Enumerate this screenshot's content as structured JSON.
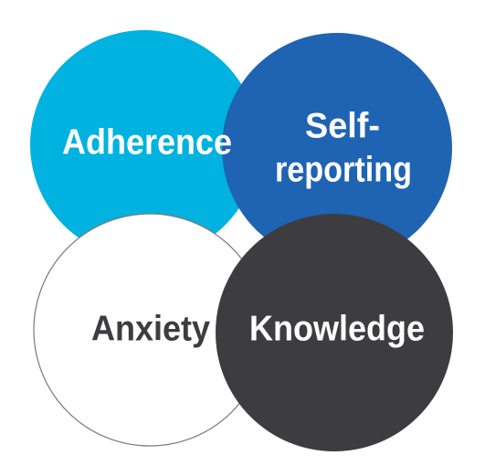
{
  "circles": [
    {
      "id": "adherence",
      "label_lines": [
        "Adherence"
      ],
      "fill": "#00b2df",
      "text_color": "#ffffff"
    },
    {
      "id": "self-reporting",
      "label_lines": [
        "Self-",
        "reporting"
      ],
      "fill": "#1f63b3",
      "text_color": "#ffffff"
    },
    {
      "id": "anxiety",
      "label_lines": [
        "Anxiety"
      ],
      "fill": "#ffffff",
      "stroke": "#7a7a7a",
      "text_color": "#3d3d3f"
    },
    {
      "id": "knowledge",
      "label_lines": [
        "Knowledge"
      ],
      "fill": "#3d3d3f",
      "text_color": "#ffffff"
    }
  ]
}
